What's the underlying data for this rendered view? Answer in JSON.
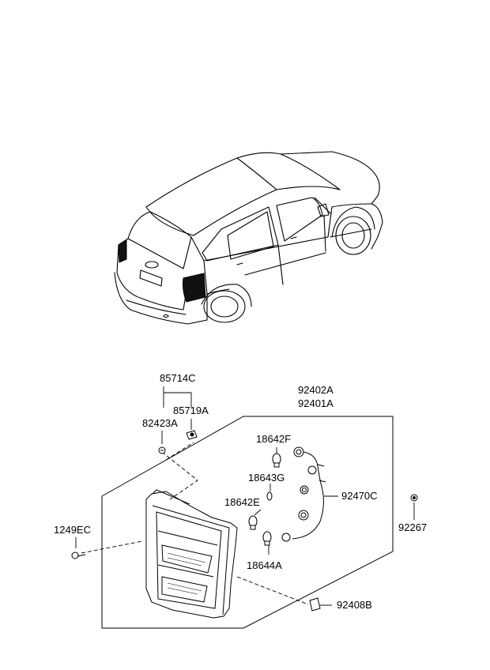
{
  "diagram": {
    "part_labels": {
      "p85714C": "85714C",
      "p85719A": "85719A",
      "p82423A": "82423A",
      "p92402A": "92402A",
      "p92401A": "92401A",
      "p18642F": "18642F",
      "p18643G": "18643G",
      "p18642E": "18642E",
      "p92470C": "92470C",
      "p1249EC": "1249EC",
      "p92267": "92267",
      "p18644A": "18644A",
      "p92408B": "92408B"
    }
  }
}
